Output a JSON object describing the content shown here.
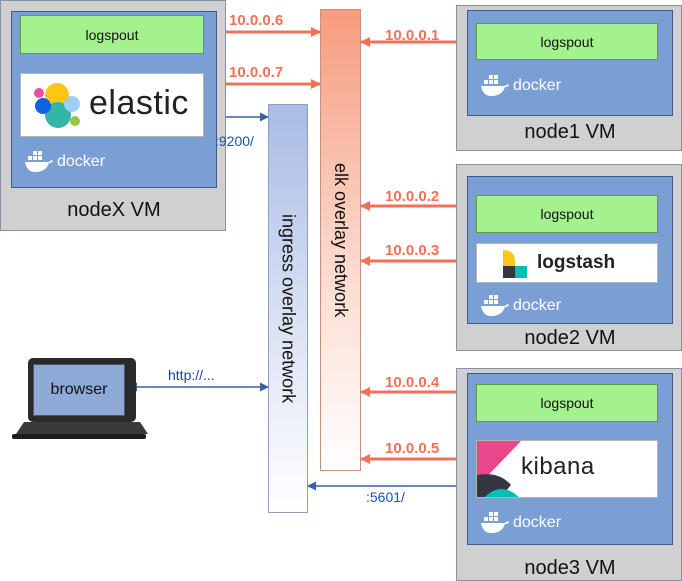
{
  "vms": {
    "nodex": {
      "title": "nodeX VM",
      "logspout": "logspout",
      "app": "elastic",
      "docker": "docker"
    },
    "node1": {
      "title": "node1 VM",
      "logspout": "logspout",
      "docker": "docker"
    },
    "node2": {
      "title": "node2 VM",
      "logspout": "logspout",
      "app": "logstash",
      "docker": "docker"
    },
    "node3": {
      "title": "node3 VM",
      "logspout": "logspout",
      "app": "kibana",
      "docker": "docker"
    }
  },
  "networks": {
    "elk": "elk overlay network",
    "ingress": "ingress overlay network"
  },
  "ips": {
    "a": "10.0.0.6",
    "b": "10.0.0.7",
    "c": "10.0.0.1",
    "d": "10.0.0.2",
    "e": "10.0.0.3",
    "f": "10.0.0.4",
    "g": "10.0.0.5"
  },
  "ports": {
    "es": ":9200/",
    "kibana": ":5601/"
  },
  "browser": {
    "label": "browser",
    "url": "http://..."
  },
  "colors": {
    "logspout": "#a4f28e",
    "docker_area": "#7a9fd4",
    "vm_bg": "#d0d0d0",
    "elk_network_top": "#f79c7f",
    "ingress_network_top": "#a9bce6",
    "elk_arrow": "#f27058",
    "ingress_arrow": "#3a5ea8"
  }
}
